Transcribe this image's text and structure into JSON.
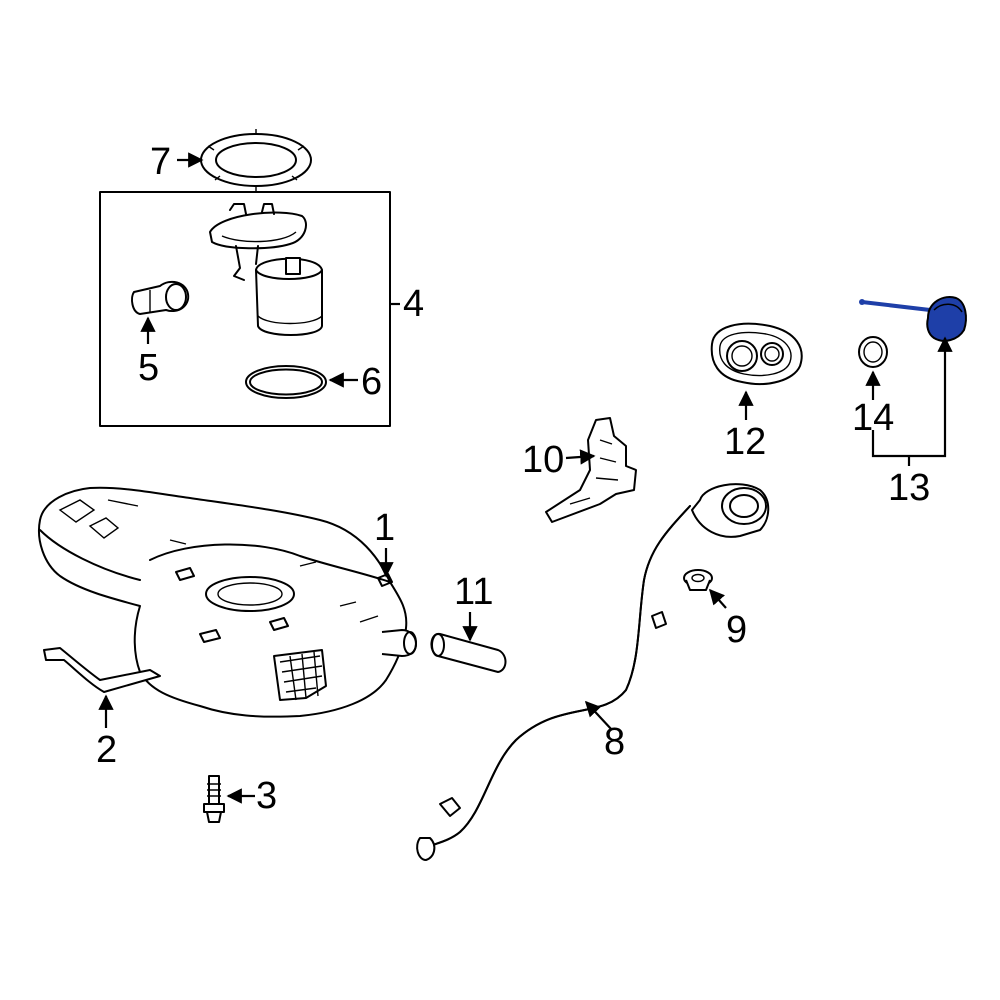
{
  "highlight_color": "#1e3fa8",
  "callouts": {
    "c1": "1",
    "c2": "2",
    "c3": "3",
    "c4": "4",
    "c5": "5",
    "c6": "6",
    "c7": "7",
    "c8": "8",
    "c9": "9",
    "c10": "10",
    "c11": "11",
    "c12": "12",
    "c13": "13",
    "c14": "14"
  }
}
